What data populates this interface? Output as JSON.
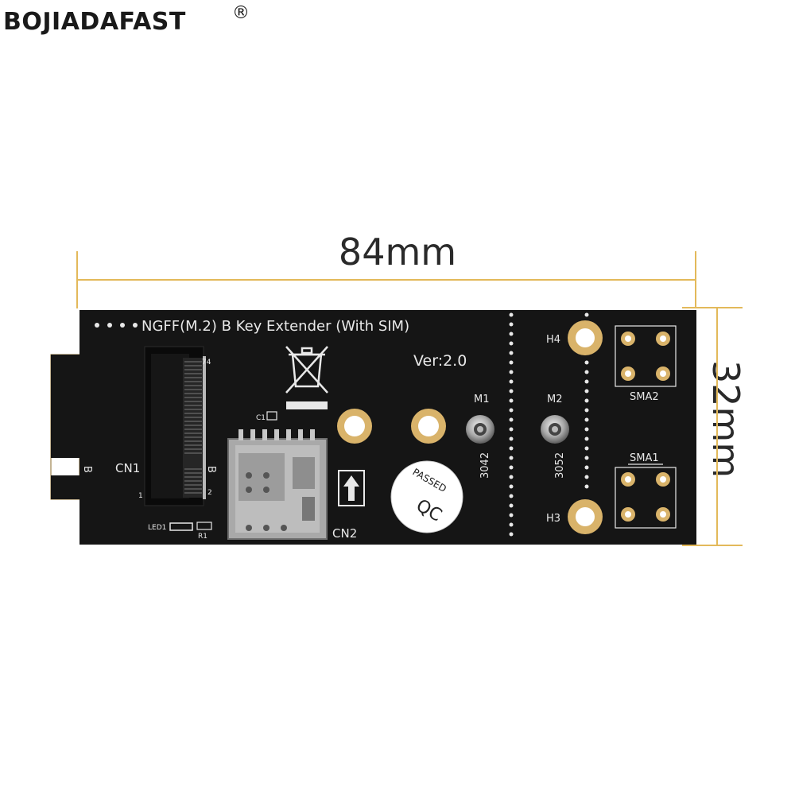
{
  "brand": {
    "name": "BOJIADAFAST",
    "registered": "®"
  },
  "dimensions": {
    "width": "84mm",
    "height": "32mm"
  },
  "board": {
    "title": "NGFF(M.2) B Key  Extender (With SIM)",
    "version": "Ver:2.0",
    "labels": {
      "cn1": "CN1",
      "cn2": "CN2",
      "edge_key": "B",
      "slot_key": "B",
      "pin74": "74",
      "pin2": "2",
      "pin1": "1",
      "c1": "C1",
      "led1": "LED1",
      "r1": "R1",
      "m1": "M1",
      "m2": "M2",
      "size1": "3042",
      "size2": "3052",
      "h3": "H3",
      "h4": "H4",
      "sma1": "SMA1",
      "sma2": "SMA2"
    },
    "qc": {
      "line1": "QC",
      "line2": "PASSED"
    }
  },
  "colors": {
    "pcb": "#151515",
    "gold": "#d9b36a",
    "dim_line": "#e3b95a",
    "silkscreen": "#e8e8e8"
  },
  "icons": [
    "weee-crossed-bin-icon",
    "up-arrow-icon"
  ]
}
